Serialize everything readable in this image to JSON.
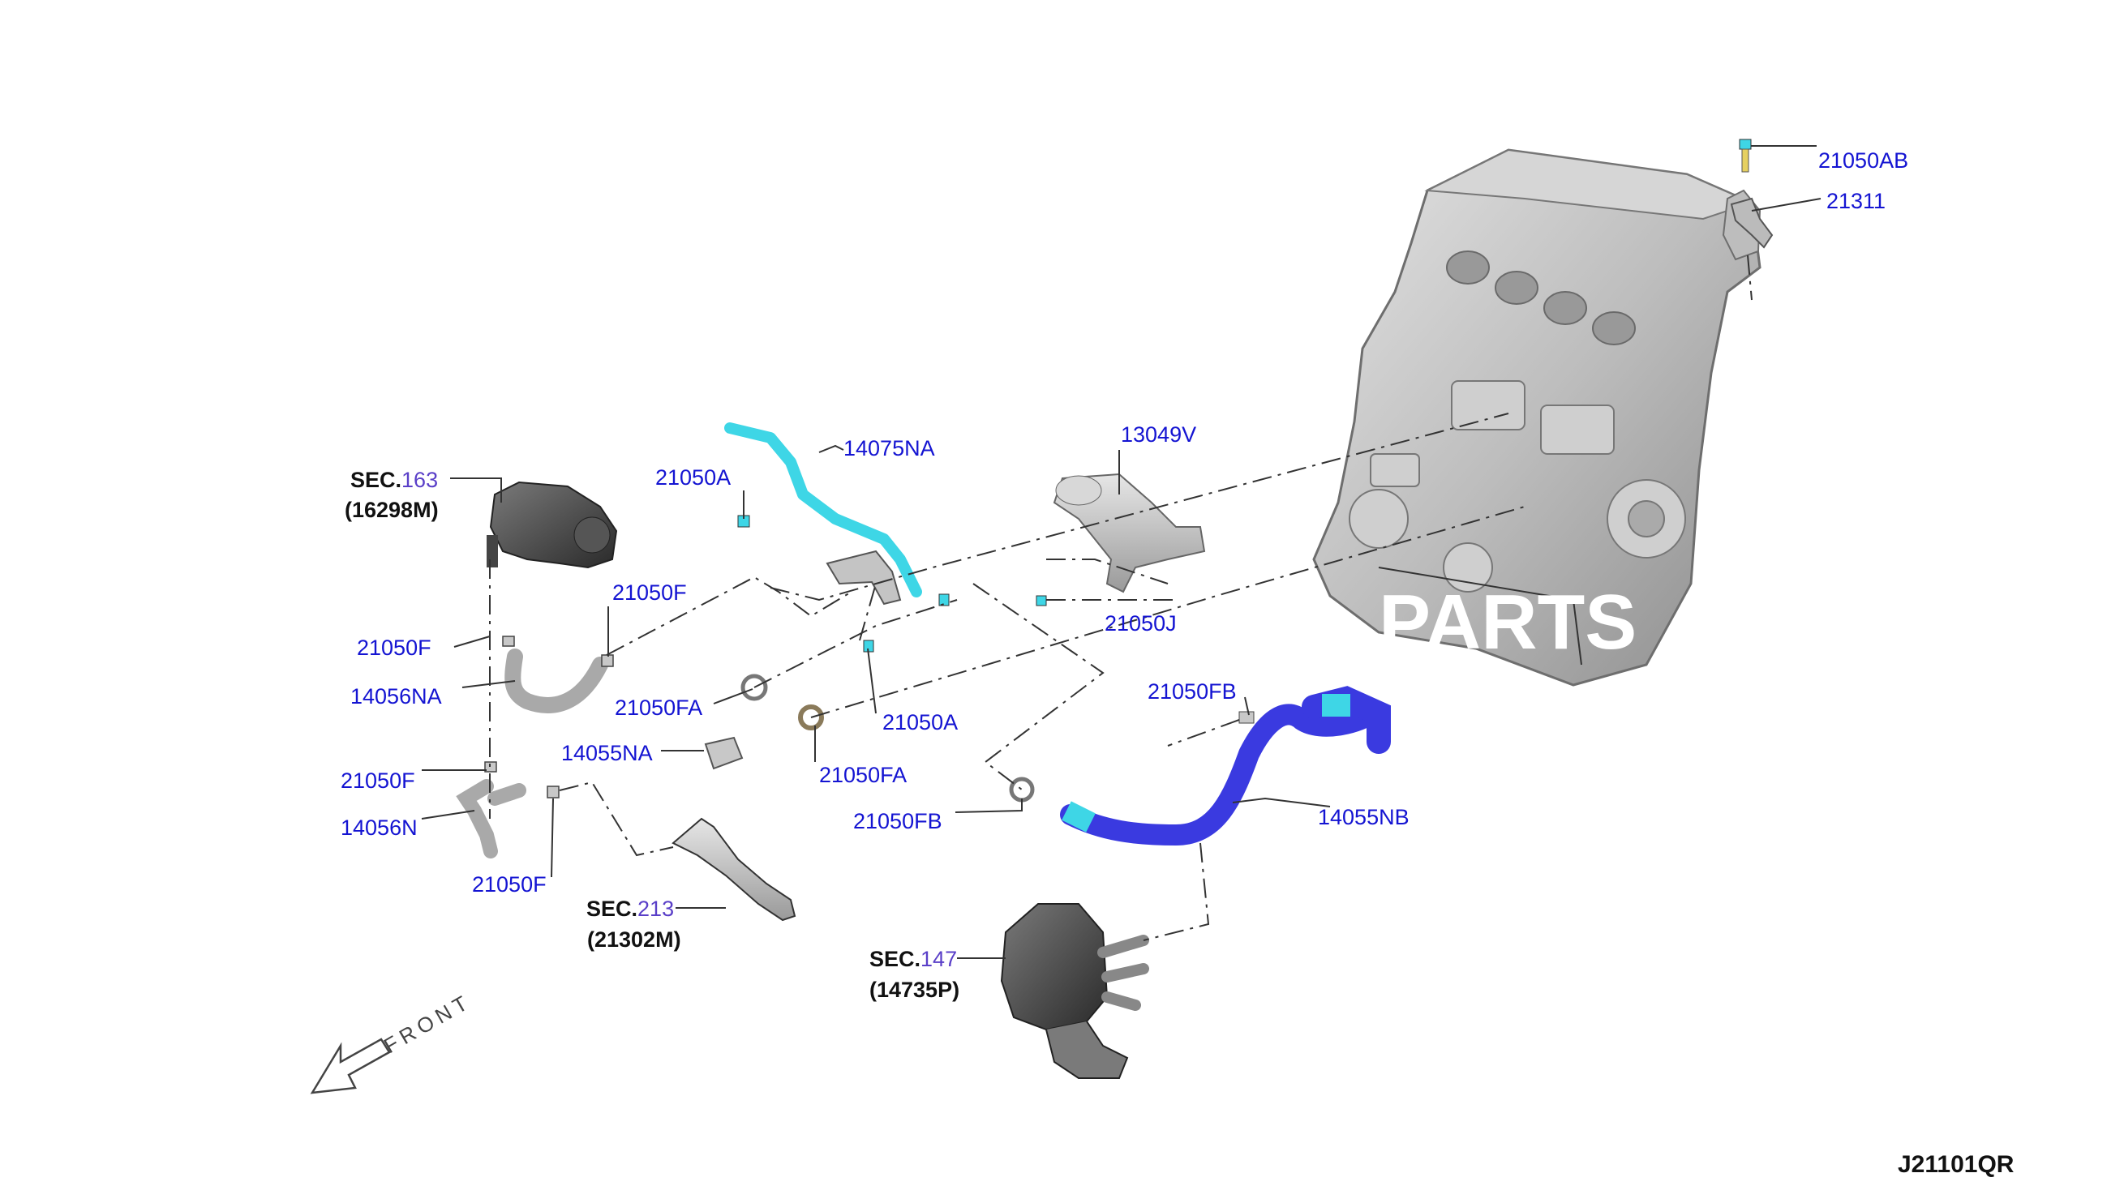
{
  "colors": {
    "label": "#1414d2",
    "section_number": "#5a3fc8",
    "hose_cyan": "#3ed6e6",
    "hose_blue": "#3a3ae0",
    "part_gray": "#b9b9b9"
  },
  "labels": [
    {
      "id": "l1",
      "text": "21050AB"
    },
    {
      "id": "l2",
      "text": "21311"
    },
    {
      "id": "l3",
      "text": "14075NA"
    },
    {
      "id": "l4",
      "text": "13049V"
    },
    {
      "id": "l5",
      "text": "21050A"
    },
    {
      "id": "l6",
      "text": "21050F"
    },
    {
      "id": "l7",
      "text": "21050F"
    },
    {
      "id": "l8",
      "text": "14056NA"
    },
    {
      "id": "l9",
      "text": "21050FA"
    },
    {
      "id": "l10",
      "text": "21050A"
    },
    {
      "id": "l11",
      "text": "21050J"
    },
    {
      "id": "l12",
      "text": "21050FB"
    },
    {
      "id": "l13",
      "text": "14055NA"
    },
    {
      "id": "l14",
      "text": "21050FA"
    },
    {
      "id": "l15",
      "text": "21050F"
    },
    {
      "id": "l16",
      "text": "14056N"
    },
    {
      "id": "l17",
      "text": "21050FB"
    },
    {
      "id": "l18",
      "text": "14055NB"
    },
    {
      "id": "l19",
      "text": "21050F"
    }
  ],
  "sections": [
    {
      "id": "s1",
      "prefix": "SEC.",
      "number": "163",
      "ref": "(16298M)"
    },
    {
      "id": "s2",
      "prefix": "SEC.",
      "number": "213",
      "ref": "(21302M)"
    },
    {
      "id": "s3",
      "prefix": "SEC.",
      "number": "147",
      "ref": "(14735P)"
    }
  ],
  "front_label": "FRONT",
  "diagram_code": "J21101QR",
  "watermark": "PARTS"
}
